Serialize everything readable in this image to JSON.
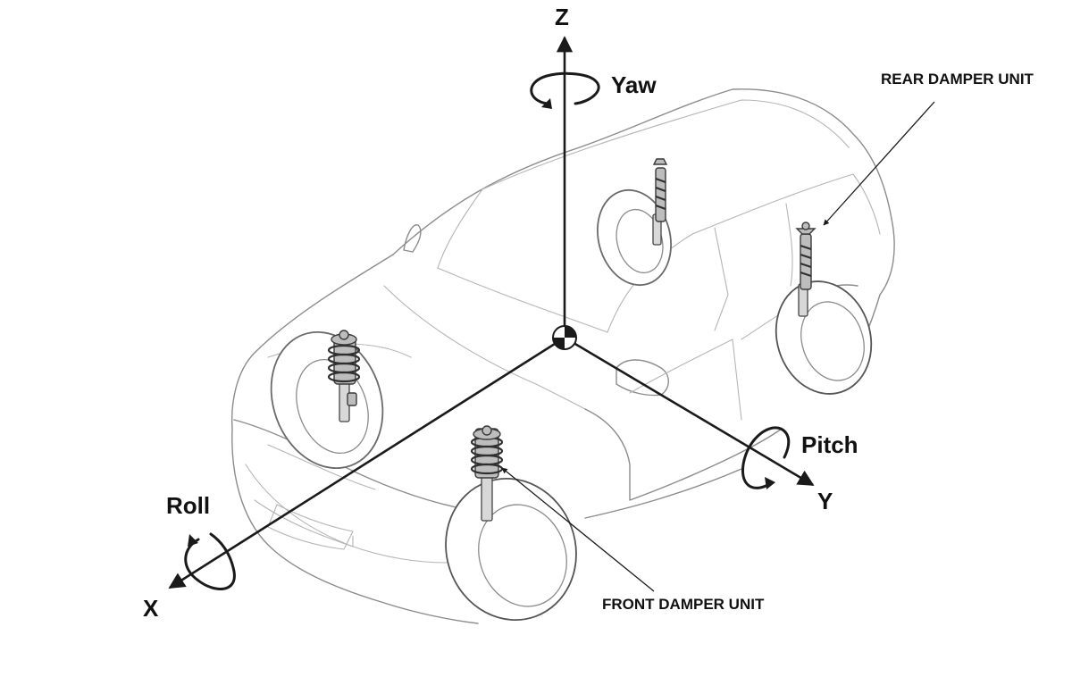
{
  "axes": {
    "x_label": "X",
    "y_label": "Y",
    "z_label": "Z"
  },
  "rotations": {
    "roll_label": "Roll",
    "pitch_label": "Pitch",
    "yaw_label": "Yaw"
  },
  "components": {
    "front_damper_label": "FRONT DAMPER UNIT",
    "rear_damper_label": "REAR DAMPER UNIT"
  }
}
